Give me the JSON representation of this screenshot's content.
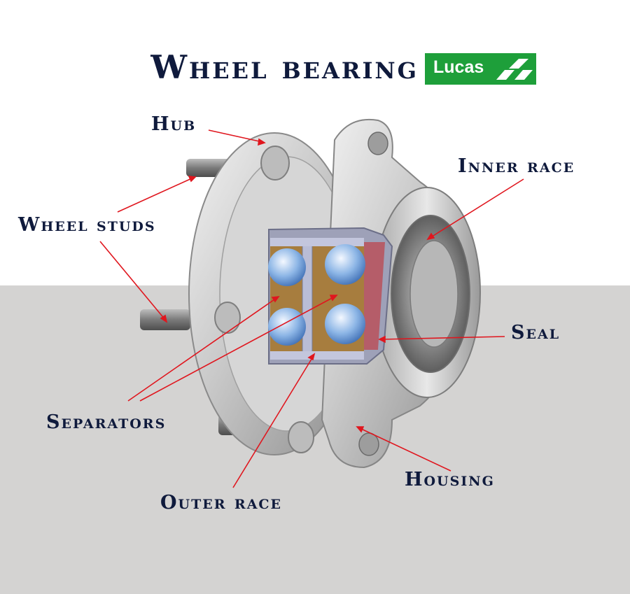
{
  "title": "Wheel bearing",
  "logo": {
    "text": "Lucas",
    "color": "#1e9f3a"
  },
  "labels": {
    "hub": "Hub",
    "inner_race": "Inner race",
    "wheel_studs": "Wheel studs",
    "seal": "Seal",
    "separators": "Separators",
    "housing": "Housing",
    "outer_race": "Outer race"
  },
  "colors": {
    "text": "#0f1a3c",
    "leader": "#e0161e",
    "background_top": "#ffffff",
    "background_bottom": "#d4d3d2"
  }
}
